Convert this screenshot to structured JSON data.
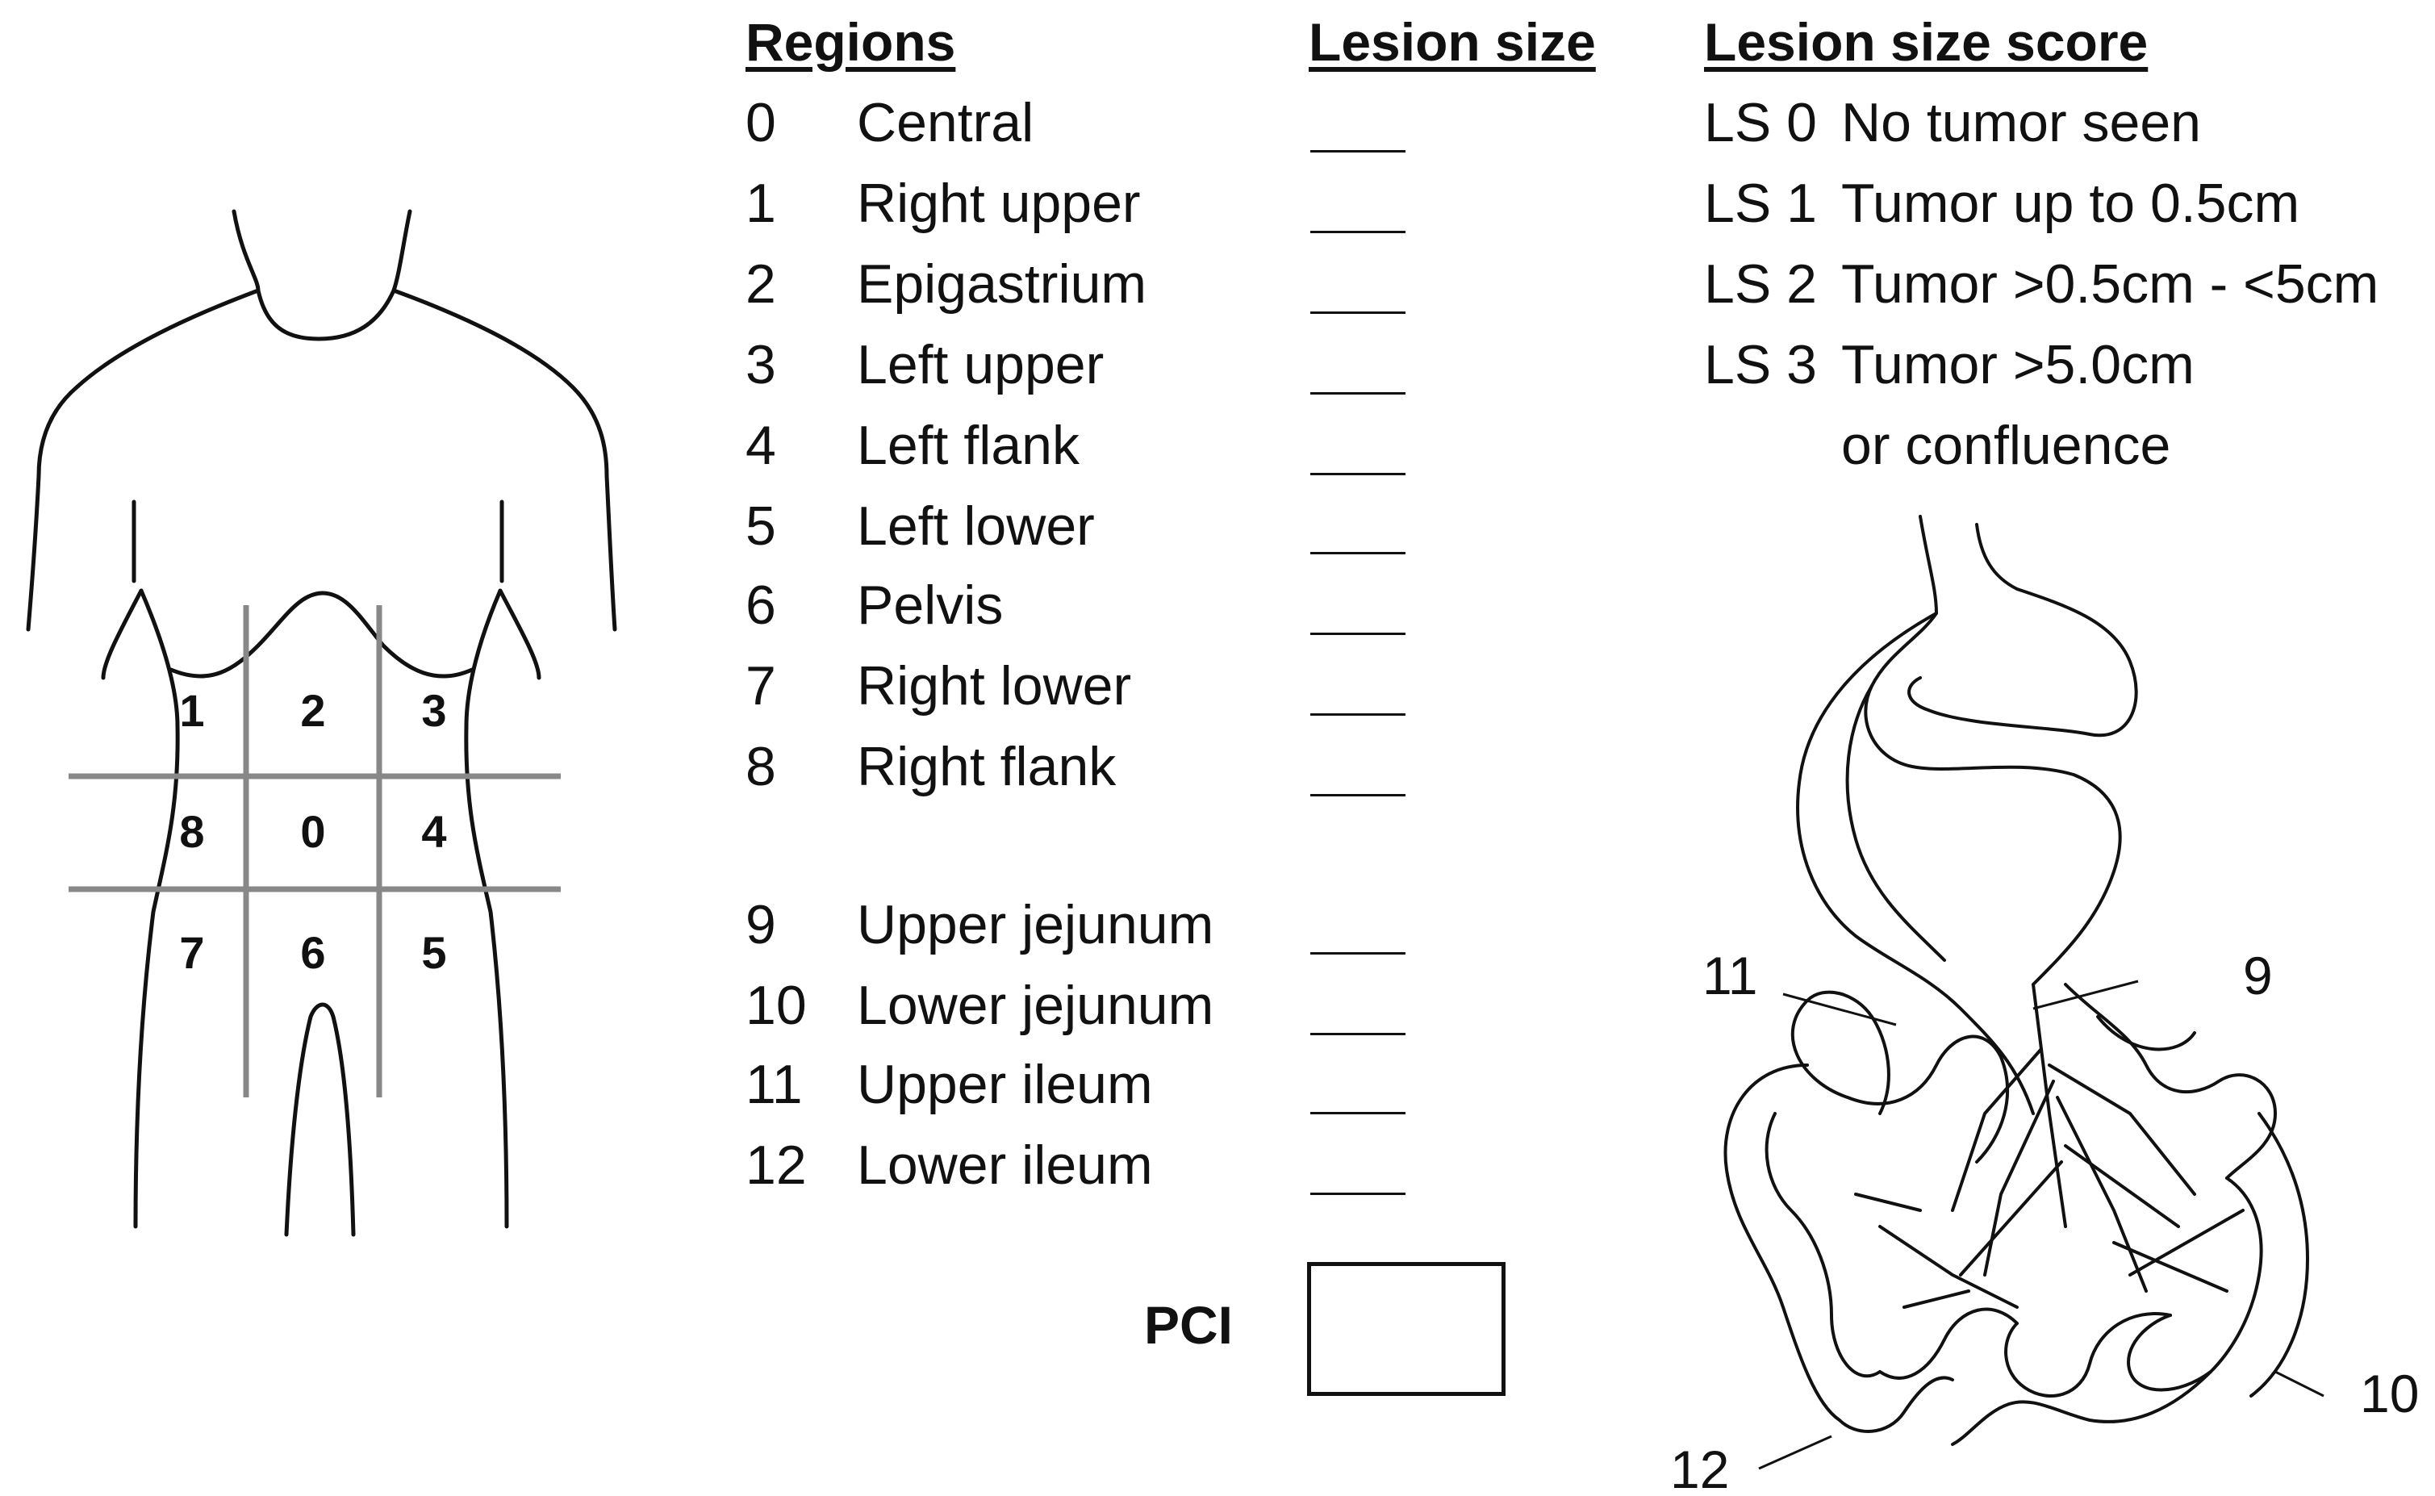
{
  "headers": {
    "regions": "Regions",
    "lesion_size": "Lesion size",
    "lesion_size_score": "Lesion size score"
  },
  "regions": [
    {
      "num": "0",
      "label": "Central"
    },
    {
      "num": "1",
      "label": "Right upper"
    },
    {
      "num": "2",
      "label": "Epigastrium"
    },
    {
      "num": "3",
      "label": "Left upper"
    },
    {
      "num": "4",
      "label": "Left flank"
    },
    {
      "num": "5",
      "label": "Left lower"
    },
    {
      "num": "6",
      "label": "Pelvis"
    },
    {
      "num": "7",
      "label": "Right lower"
    },
    {
      "num": "8",
      "label": "Right flank"
    },
    {
      "num": "9",
      "label": "Upper jejunum"
    },
    {
      "num": "10",
      "label": "Lower jejunum"
    },
    {
      "num": "11",
      "label": "Upper ileum"
    },
    {
      "num": "12",
      "label": "Lower ileum"
    }
  ],
  "scores": [
    {
      "code": "LS 0",
      "desc": "No tumor seen"
    },
    {
      "code": "LS 1",
      "desc": "Tumor up to 0.5cm"
    },
    {
      "code": "LS 2",
      "desc": "Tumor >0.5cm - <5cm"
    },
    {
      "code": "LS 3",
      "desc": "Tumor >5.0cm"
    },
    {
      "code": "",
      "desc": "or confluence"
    }
  ],
  "pci_label": "PCI",
  "torso_grid_numbers": [
    "1",
    "2",
    "3",
    "8",
    "0",
    "4",
    "7",
    "6",
    "5"
  ],
  "bowel_labels": {
    "upper_jejunum": "9",
    "lower_jejunum": "10",
    "upper_ileum": "11",
    "lower_ileum": "12"
  }
}
